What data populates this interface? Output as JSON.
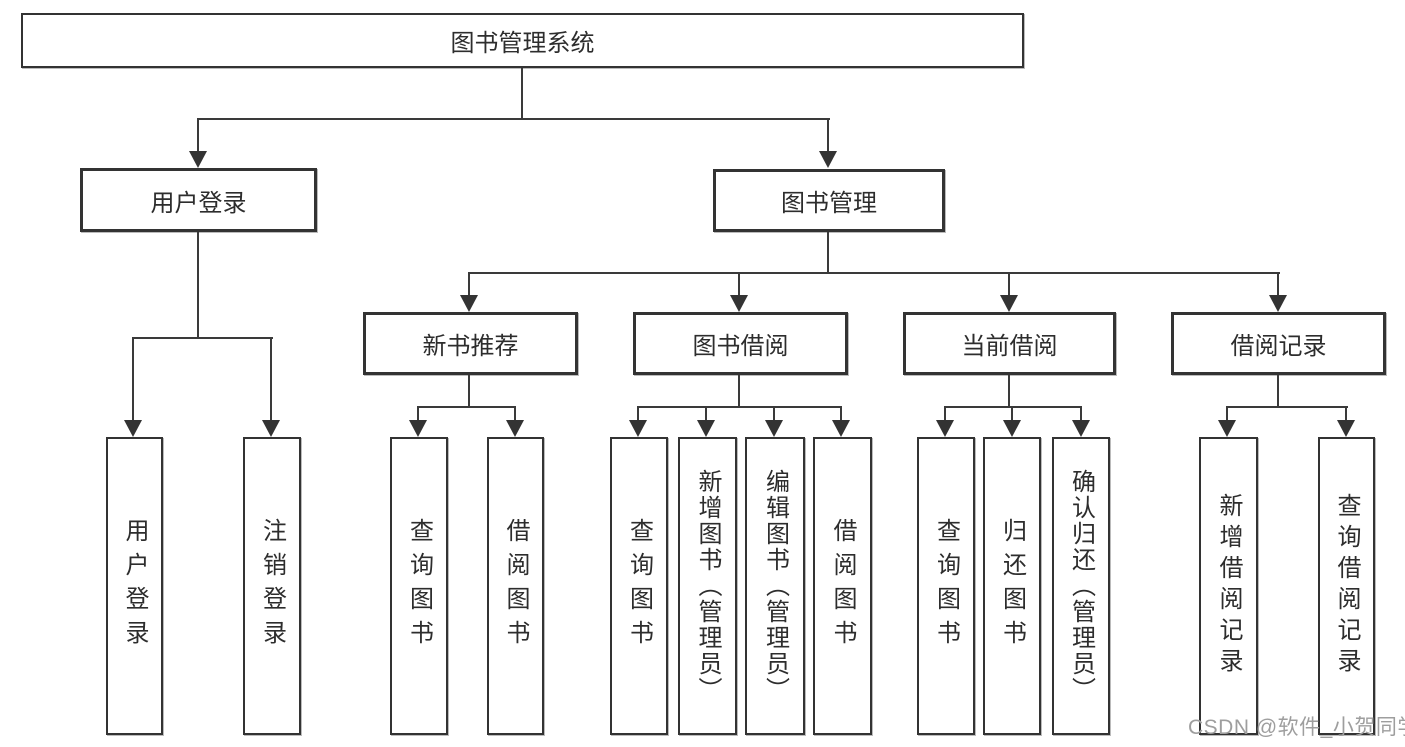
{
  "diagram_title": "图书管理系统",
  "colors": {
    "line": "#333333",
    "box_fill": "#ffffff",
    "text": "#2d2d2d",
    "watermark": "#9e9e9e"
  },
  "tree": {
    "label": "图书管理系统",
    "children": [
      {
        "label": "用户登录",
        "children": [
          {
            "label": "用户登录"
          },
          {
            "label": "注销登录"
          }
        ]
      },
      {
        "label": "图书管理",
        "children": [
          {
            "label": "新书推荐",
            "children": [
              {
                "label": "查询图书"
              },
              {
                "label": "借阅图书"
              }
            ]
          },
          {
            "label": "图书借阅",
            "children": [
              {
                "label": "查询图书"
              },
              {
                "label": "新增图书（管理员）"
              },
              {
                "label": "编辑图书（管理员）"
              },
              {
                "label": "借阅图书"
              }
            ]
          },
          {
            "label": "当前借阅",
            "children": [
              {
                "label": "查询图书"
              },
              {
                "label": "归还图书"
              },
              {
                "label": "确认归还（管理员）"
              }
            ]
          },
          {
            "label": "借阅记录",
            "children": [
              {
                "label": "新增借阅记录"
              },
              {
                "label": "查询借阅记录"
              }
            ]
          }
        ]
      }
    ]
  },
  "watermark": {
    "text": "CSDN @软件_小贺同学"
  }
}
